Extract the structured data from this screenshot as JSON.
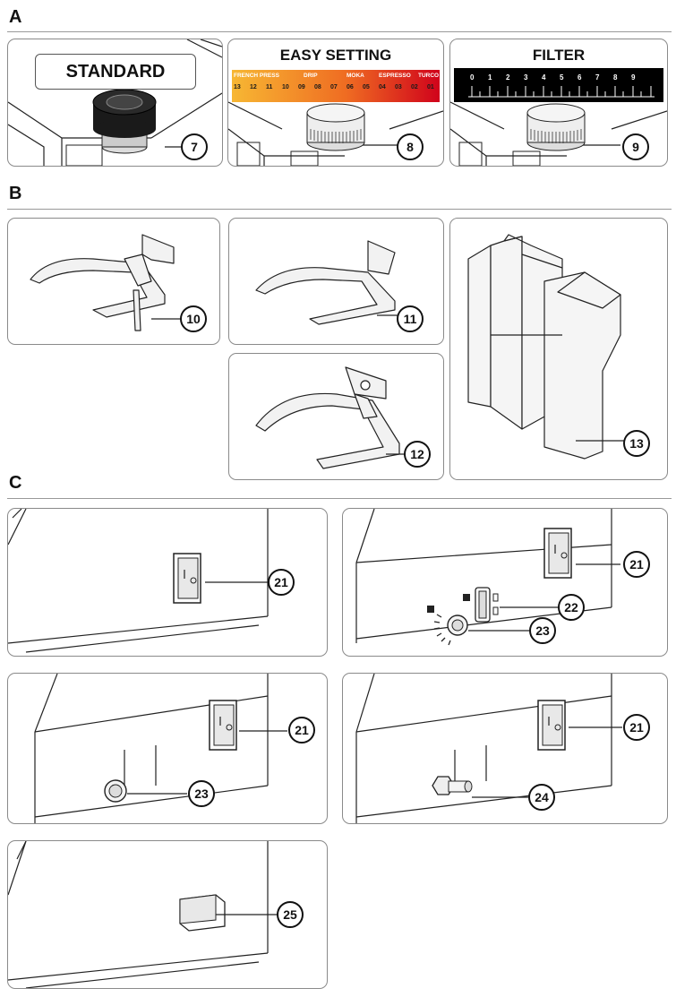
{
  "sections": {
    "a": "A",
    "b": "B",
    "c": "C"
  },
  "grinder_settings": {
    "standard": {
      "title": "STANDARD",
      "callout": "7"
    },
    "easy": {
      "title": "EASY SETTING",
      "categories": [
        "FRENCH PRESS",
        "DRIP",
        "MOKA",
        "ESPRESSO",
        "TURCO"
      ],
      "numbers": [
        "13",
        "12",
        "11",
        "10",
        "09",
        "08",
        "07",
        "06",
        "05",
        "04",
        "03",
        "02",
        "01"
      ],
      "callout": "8"
    },
    "filter": {
      "title": "FILTER",
      "numbers": [
        "0",
        "1",
        "2",
        "3",
        "4",
        "5",
        "6",
        "7",
        "8",
        "9"
      ],
      "callout": "9"
    }
  },
  "accessories": {
    "c10": "10",
    "c11": "11",
    "c12": "12",
    "c13": "13"
  },
  "switches": {
    "c21a": "21",
    "c21b": "21",
    "c22": "22",
    "c23a": "23",
    "c21c": "21",
    "c23b": "23",
    "c21d": "21",
    "c24": "24",
    "c25": "25"
  },
  "colors": {
    "easy_gradient_start": "#f5a623",
    "easy_gradient_end": "#d0021b",
    "filter_bar": "#000000"
  }
}
